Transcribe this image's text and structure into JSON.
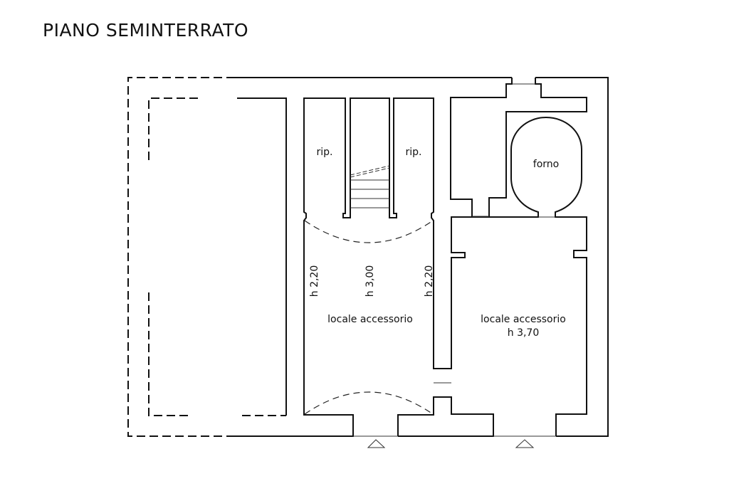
{
  "title": "PIANO SEMINTERRATO",
  "rooms": {
    "storage_left": "rip.",
    "storage_right": "rip.",
    "oven": "forno",
    "central_room": "locale accessorio",
    "right_room": "locale accessorio",
    "right_room_height": "h 3,70"
  },
  "heights": {
    "left": "h 2,20",
    "center": "h 3,00",
    "right": "h 2,20"
  }
}
